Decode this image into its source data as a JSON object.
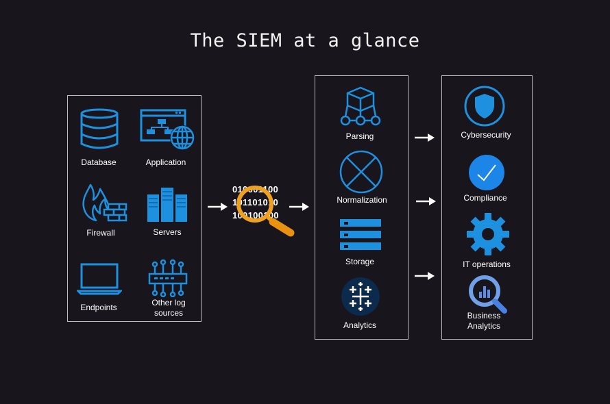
{
  "title": "The SIEM at a glance",
  "sources": {
    "database": "Database",
    "application": "Application",
    "firewall": "Firewall",
    "servers": "Servers",
    "endpoints": "Endpoints",
    "other_log_line1": "Other log",
    "other_log_line2": "sources"
  },
  "binary": [
    "010001100",
    "101101010",
    "100100100"
  ],
  "processing": {
    "parsing": "Parsing",
    "normalization": "Normalization",
    "storage": "Storage",
    "analytics": "Analytics"
  },
  "outcomes": {
    "cybersecurity": "Cybersecurity",
    "compliance": "Compliance",
    "it_operations": "IT operations",
    "business_line1": "Business",
    "business_line2": "Analytics"
  },
  "colors": {
    "background": "#18161c",
    "icon_blue": "#1e90e0",
    "magnifier": "#f0a020",
    "box_border": "#bdbdbd"
  }
}
